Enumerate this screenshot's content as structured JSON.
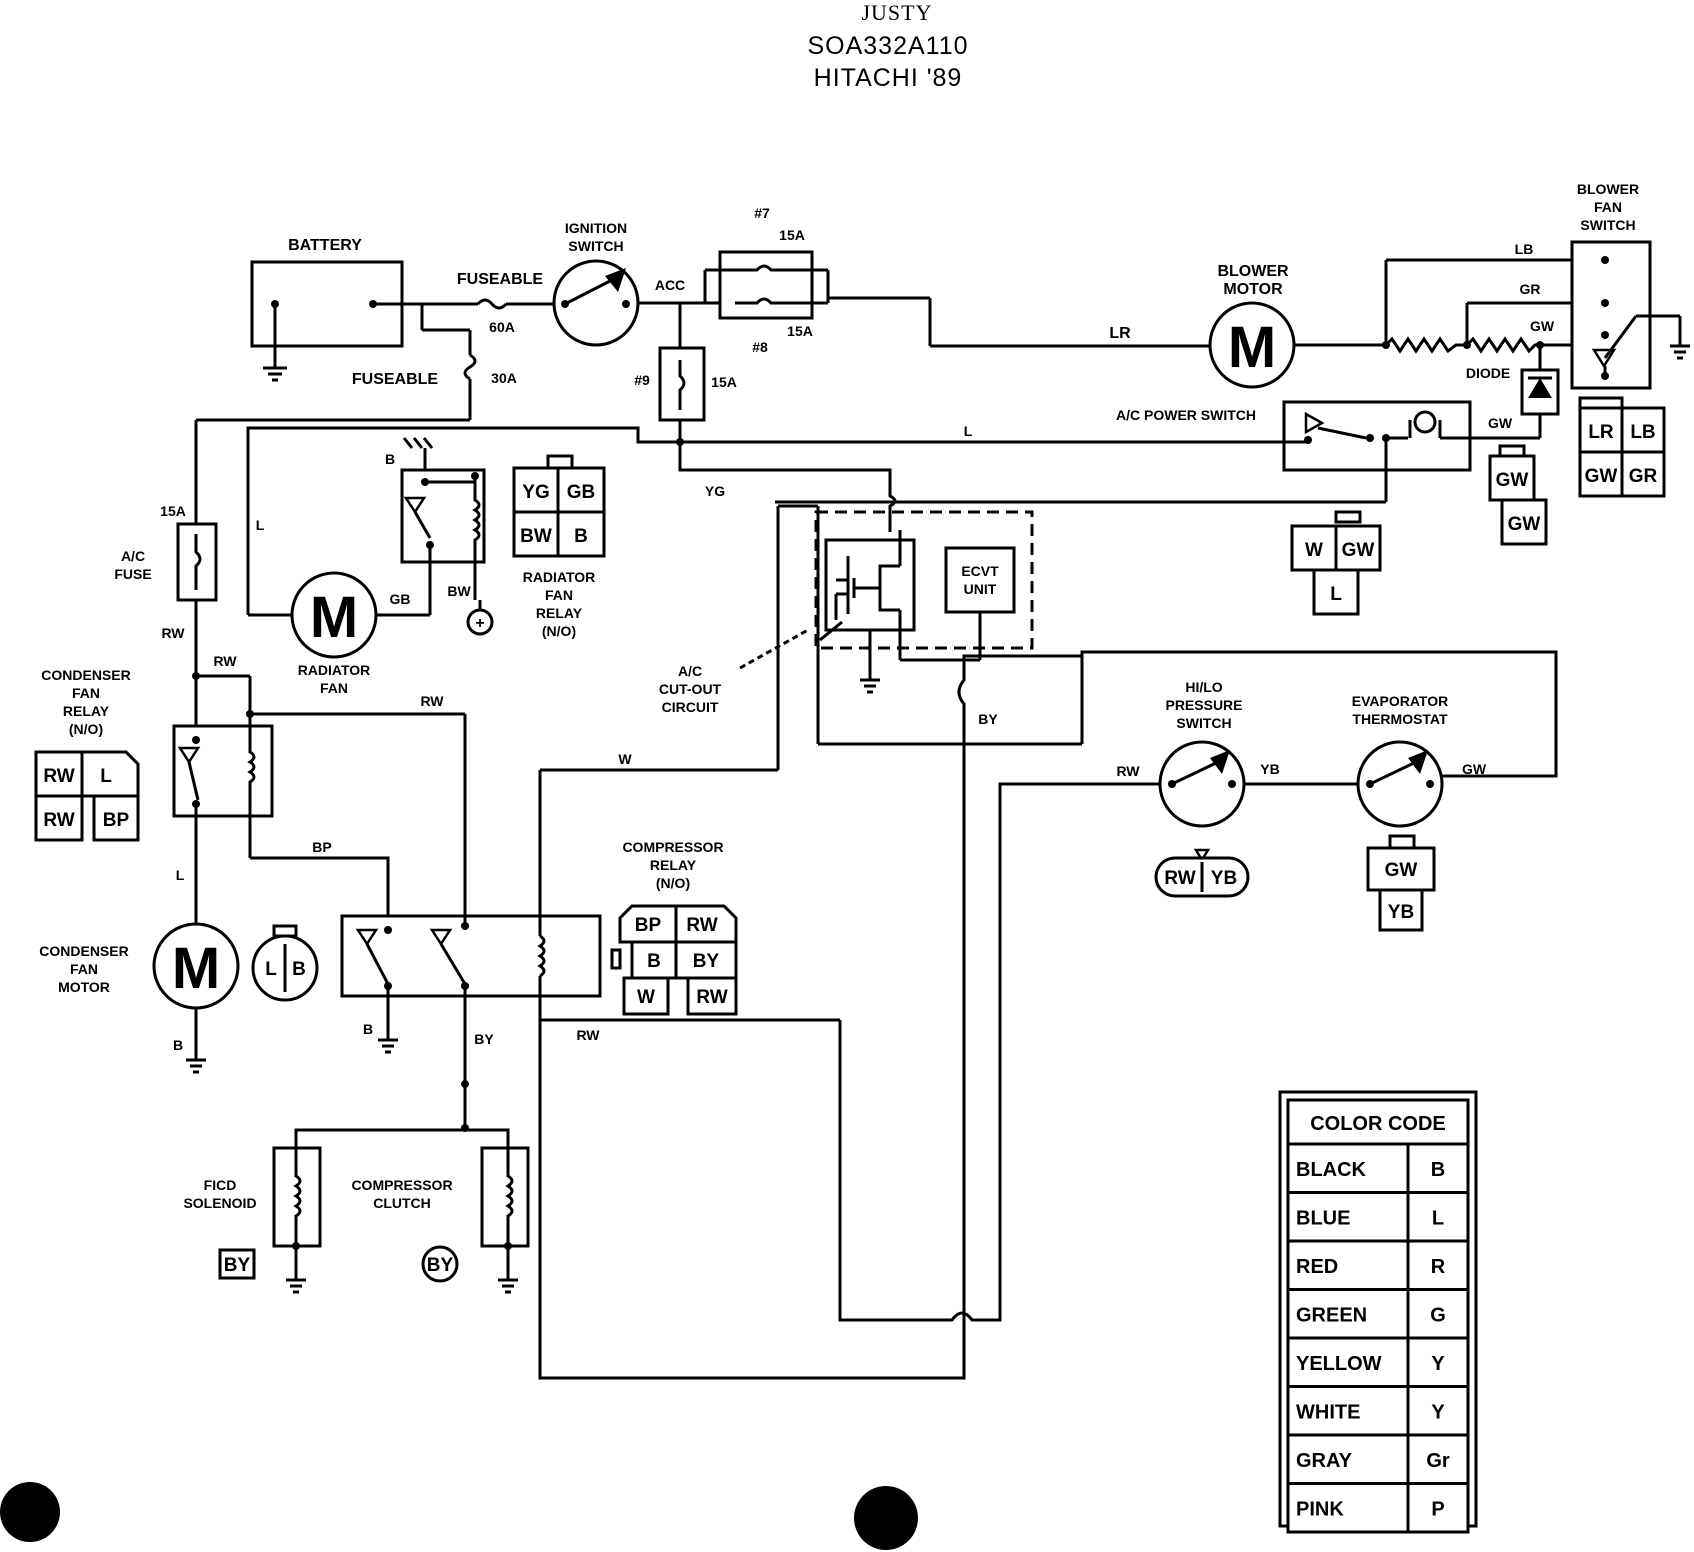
{
  "header": {
    "model": "JUSTY",
    "code": "SOA332A110",
    "maker": "HITACHI '89"
  },
  "components": {
    "battery": "BATTERY",
    "fuseable_60": "FUSEABLE",
    "amp_60": "60A",
    "fuseable_30": "FUSEABLE",
    "amp_30": "30A",
    "ignition_1": "IGNITION",
    "ignition_2": "SWITCH",
    "acc": "ACC",
    "f7": "#7",
    "f7_amp": "15A",
    "f8": "#8",
    "f8_amp": "15A",
    "f9": "#9",
    "f9_amp": "15A",
    "blower_motor_1": "BLOWER",
    "blower_motor_2": "MOTOR",
    "blower_sw_1": "BLOWER",
    "blower_sw_2": "FAN",
    "blower_sw_3": "SWITCH",
    "diode": "DIODE",
    "ac_power_switch": "A/C POWER SWITCH",
    "ac_fuse_amp": "15A",
    "ac_fuse_1": "A/C",
    "ac_fuse_2": "FUSE",
    "radiator_fan_1": "RADIATOR",
    "radiator_fan_2": "FAN",
    "rad_relay_1": "RADIATOR",
    "rad_relay_2": "FAN",
    "rad_relay_3": "RELAY",
    "rad_relay_4": "(N/O)",
    "ecvt_1": "ECVT",
    "ecvt_2": "UNIT",
    "cutout_1": "A/C",
    "cutout_2": "CUT-OUT",
    "cutout_3": "CIRCUIT",
    "cond_relay_1": "CONDENSER",
    "cond_relay_2": "FAN",
    "cond_relay_3": "RELAY",
    "cond_relay_4": "(N/O)",
    "cond_motor_1": "CONDENSER",
    "cond_motor_2": "FAN",
    "cond_motor_3": "MOTOR",
    "hilo_1": "HI/LO",
    "hilo_2": "PRESSURE",
    "hilo_3": "SWITCH",
    "evap_1": "EVAPORATOR",
    "evap_2": "THERMOSTAT",
    "comp_relay_1": "COMPRESSOR",
    "comp_relay_2": "RELAY",
    "comp_relay_3": "(N/O)",
    "fico_1": "FICD",
    "fico_2": "SOLENOID",
    "clutch_1": "COMPRESSOR",
    "clutch_2": "CLUTCH",
    "motor_symbol": "M",
    "plus_symbol": "+"
  },
  "wires": {
    "lr": "LR",
    "lb": "LB",
    "gr": "GR",
    "gw_top": "GW",
    "gw_ac": "GW",
    "l_main": "L",
    "yg": "YG",
    "l_left": "L",
    "b_rad": "B",
    "gb": "GB",
    "bw": "BW",
    "rw1": "RW",
    "rw2": "RW",
    "rw3": "RW",
    "l_cond": "L",
    "bp": "BP",
    "w": "W",
    "by_mid": "BY",
    "by_low": "BY",
    "b_comp": "B",
    "b_cond": "B",
    "rw_low": "RW",
    "rw_hilo": "RW",
    "yb": "YB",
    "gw_evap": "GW"
  },
  "connectors": {
    "blower_sw": [
      "LR",
      "LB",
      "GW",
      "GR"
    ],
    "diode_conn": [
      "GW",
      "GW"
    ],
    "ac_sw_conn": [
      "W",
      "GW",
      "L"
    ],
    "rad_relay_conn": [
      "YG",
      "GB",
      "BW",
      "B"
    ],
    "cond_relay_conn": [
      "RW",
      "L",
      "RW",
      "BP"
    ],
    "cond_motor_conn": [
      "L",
      "B"
    ],
    "comp_relay_conn": [
      "BP",
      "RW",
      "B",
      "BY",
      "W",
      "RW"
    ],
    "hilo_conn": [
      "RW",
      "YB"
    ],
    "evap_conn": [
      "GW",
      "YB"
    ],
    "fico_conn": "BY",
    "clutch_conn": "BY"
  },
  "color_code": {
    "title": "COLOR CODE",
    "rows": [
      {
        "name": "BLACK",
        "code": "B"
      },
      {
        "name": "BLUE",
        "code": "L"
      },
      {
        "name": "RED",
        "code": "R"
      },
      {
        "name": "GREEN",
        "code": "G"
      },
      {
        "name": "YELLOW",
        "code": "Y"
      },
      {
        "name": "WHITE",
        "code": "Y"
      },
      {
        "name": "GRAY",
        "code": "Gr"
      },
      {
        "name": "PINK",
        "code": "P"
      }
    ]
  }
}
